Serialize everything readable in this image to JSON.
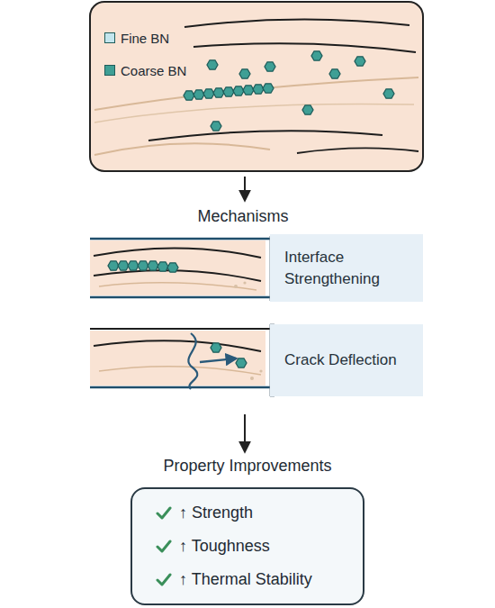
{
  "diagram": {
    "nodes": [
      {
        "text": [
          "Mechanisms"
        ]
      },
      {
        "text": [
          "Interface Strengthening"
        ],
        "in": 0
      },
      {
        "text": [
          "Crack Deflection"
        ],
        "in": 0
      },
      {
        "text": [
          "Property Improvements",
          "↑ Strength",
          "↑ Toughness",
          "↑ Thermal Stability"
        ]
      }
    ],
    "edges": [
      {
        "from": 0,
        "to": 3,
        "arrow": "to"
      }
    ],
    "legend": [
      {
        "text": "Fine BN",
        "color": "#c3e6ee"
      },
      {
        "text": "Coarse BN",
        "color": "#3f9f95"
      }
    ]
  }
}
